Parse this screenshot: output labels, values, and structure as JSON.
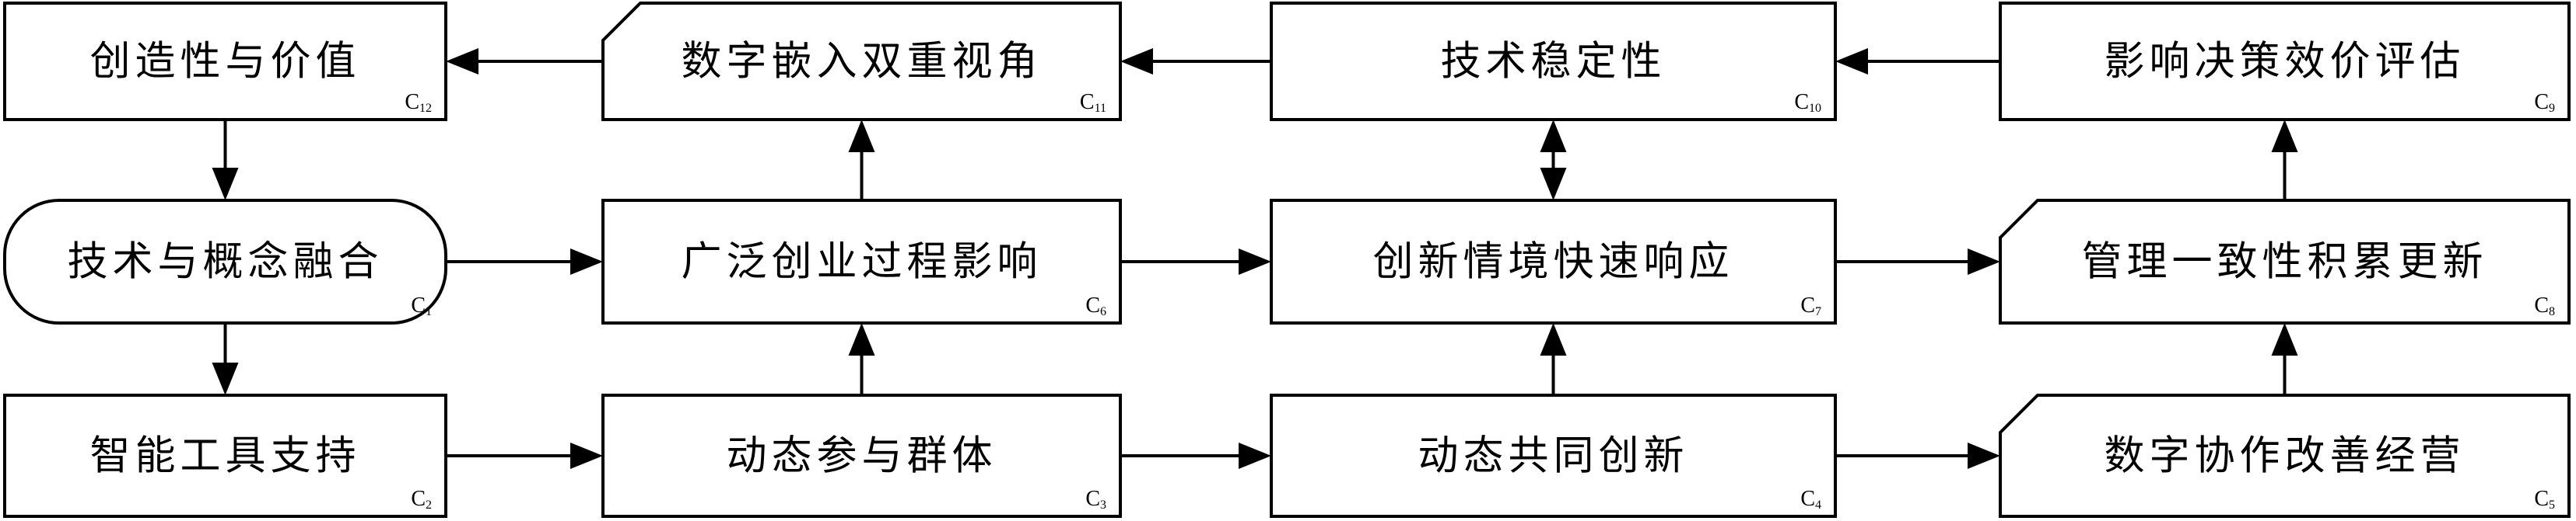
{
  "nodes": [
    {
      "id": "C12",
      "label": "创造性与价值",
      "code": "C",
      "sub": "12"
    },
    {
      "id": "C11",
      "label": "数字嵌入双重视角",
      "code": "C",
      "sub": "11"
    },
    {
      "id": "C10",
      "label": "技术稳定性",
      "code": "C",
      "sub": "10"
    },
    {
      "id": "C9",
      "label": "影响决策效价评估",
      "code": "C",
      "sub": "9"
    },
    {
      "id": "C1",
      "label": "技术与概念融合",
      "code": "C",
      "sub": "1"
    },
    {
      "id": "C6",
      "label": "广泛创业过程影响",
      "code": "C",
      "sub": "6"
    },
    {
      "id": "C7",
      "label": "创新情境快速响应",
      "code": "C",
      "sub": "7"
    },
    {
      "id": "C8",
      "label": "管理一致性积累更新",
      "code": "C",
      "sub": "8"
    },
    {
      "id": "C2",
      "label": "智能工具支持",
      "code": "C",
      "sub": "2"
    },
    {
      "id": "C3",
      "label": "动态参与群体",
      "code": "C",
      "sub": "3"
    },
    {
      "id": "C4",
      "label": "动态共同创新",
      "code": "C",
      "sub": "4"
    },
    {
      "id": "C5",
      "label": "数字协作改善经营",
      "code": "C",
      "sub": "5"
    }
  ],
  "edges": [
    {
      "from": "C11",
      "to": "C12"
    },
    {
      "from": "C10",
      "to": "C11"
    },
    {
      "from": "C9",
      "to": "C10"
    },
    {
      "from": "C12",
      "to": "C1"
    },
    {
      "from": "C1",
      "to": "C6"
    },
    {
      "from": "C6",
      "to": "C7"
    },
    {
      "from": "C7",
      "to": "C8"
    },
    {
      "from": "C1",
      "to": "C2"
    },
    {
      "from": "C2",
      "to": "C3"
    },
    {
      "from": "C3",
      "to": "C4"
    },
    {
      "from": "C4",
      "to": "C5"
    },
    {
      "from": "C3",
      "to": "C6"
    },
    {
      "from": "C6",
      "to": "C11"
    },
    {
      "from": "C4",
      "to": "C7"
    },
    {
      "from": "C7",
      "to": "C10",
      "bidirectional": true
    },
    {
      "from": "C5",
      "to": "C8"
    },
    {
      "from": "C8",
      "to": "C9"
    }
  ]
}
